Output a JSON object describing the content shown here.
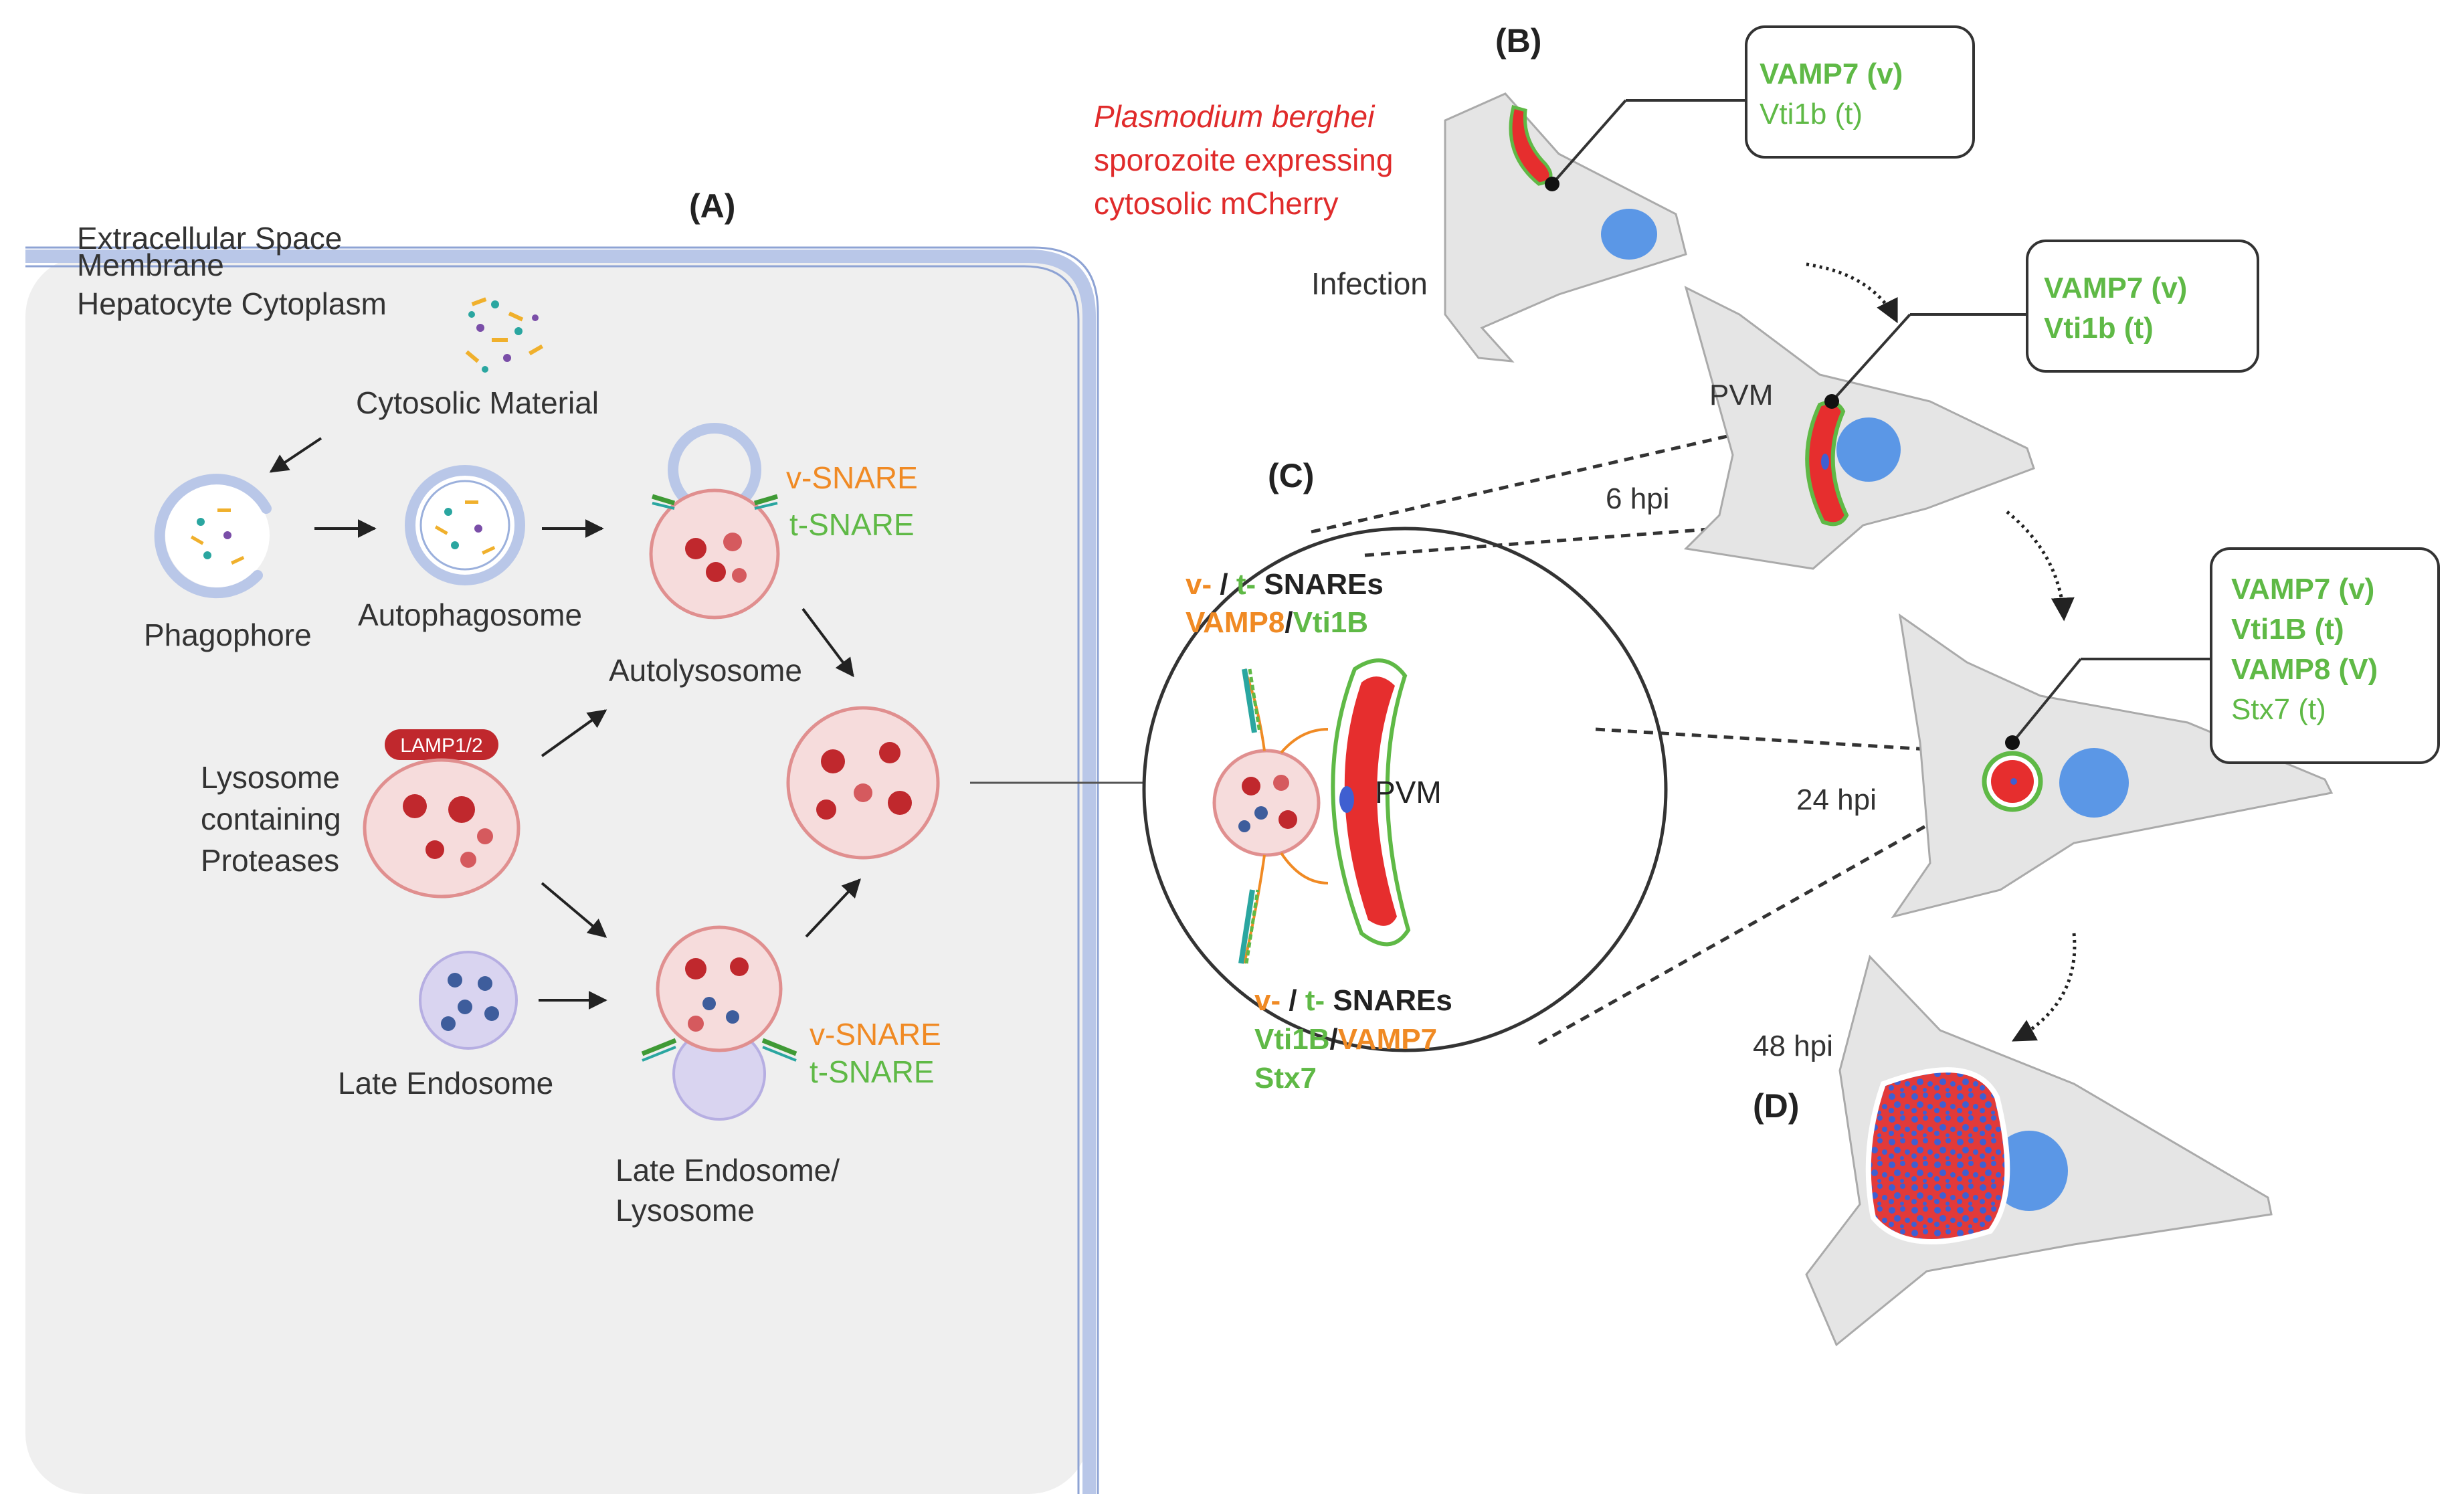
{
  "colors": {
    "orange": "#f08a24",
    "green": "#5fb946",
    "dark_green": "#3f9a35",
    "red": "#e02b2b",
    "parasite_red": "#e62e2e",
    "nucleus_blue": "#5b97e6",
    "cell_gray": "#e5e5e5",
    "lysosome_pink": "#f6dcdc",
    "endosome_lilac": "#d9d4f0",
    "membrane_blue": "#b9c7e8"
  },
  "panel_labels": {
    "a": "(A)",
    "b": "(B)",
    "c": "(C)",
    "d": "(D)"
  },
  "panel_a": {
    "legend": [
      "Extracellular Space",
      "Membrane",
      "Hepatocyte Cytoplasm"
    ],
    "cytosolic_material": "Cytosolic Material",
    "phagophore": "Phagophore",
    "autophagosome": "Autophagosome",
    "autolysosome": "Autolysosome",
    "v_snare": "v-SNARE",
    "t_snare": "t-SNARE",
    "lamp": "LAMP1/2",
    "lysosome": [
      "Lysosome",
      "containing",
      "Proteases"
    ],
    "late_endosome": "Late Endosome",
    "late_endosome_lysosome": [
      "Late Endosome/",
      "Lysosome"
    ]
  },
  "panel_b": {
    "sporozoite": [
      "Plasmodium berghei",
      "sporozoite expressing",
      "cytosolic mCherry"
    ],
    "infection": "Infection",
    "pvm": "PVM",
    "hpi_6": "6 hpi",
    "hpi_24": "24 hpi",
    "hpi_48": "48 hpi",
    "callout1": [
      "VAMP7 (v)",
      "Vti1b (t)"
    ],
    "callout2": [
      "VAMP7 (v)",
      "Vti1b (t)"
    ],
    "callout3": [
      "VAMP7 (v)",
      "Vti1B (t)",
      "VAMP8 (V)",
      "Stx7 (t)"
    ]
  },
  "panel_c": {
    "top_v": "v-",
    "top_slash": " / ",
    "top_t": "t-",
    "top_snares": " SNAREs",
    "top_vamp": "VAMP8",
    "top_sep": "/",
    "top_vti": "Vti1B",
    "pvm": "PVM",
    "bottom_v": "v-",
    "bottom_slash": " / ",
    "bottom_t": "t-",
    "bottom_snares": " SNAREs",
    "bottom_vti": "Vti1B",
    "bottom_sep": "/",
    "bottom_vamp": "VAMP7",
    "bottom_stx": "Stx7"
  }
}
